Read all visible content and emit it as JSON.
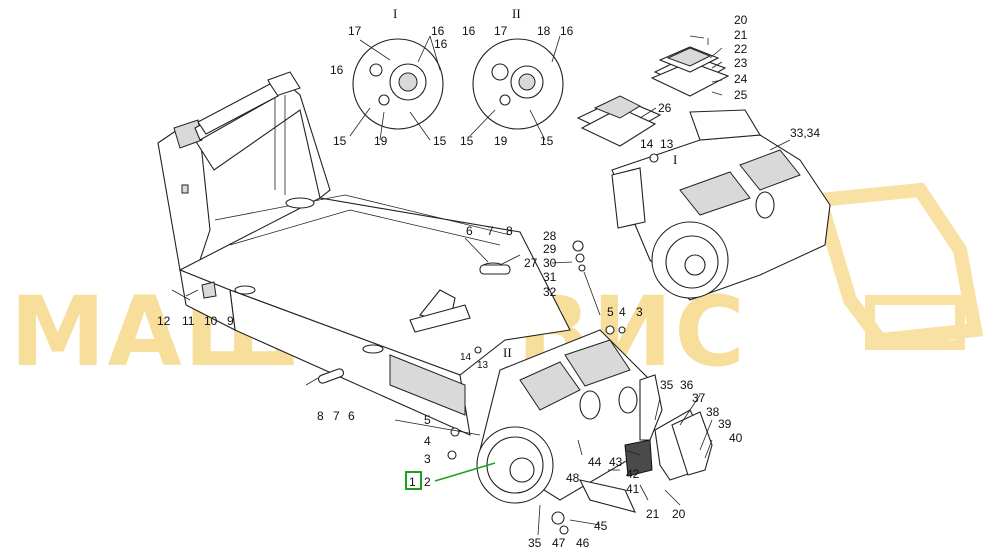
{
  "watermark": {
    "text": "МАШСЕРВИС",
    "color": "#f4c44a"
  },
  "highlight": {
    "label": "1",
    "color": "#1aa31a"
  },
  "roman": {
    "section_i": "I",
    "section_ii": "II",
    "view_i": "I",
    "view_ii": "II"
  },
  "labels": {
    "l1": "2",
    "l2": "3",
    "l3": "4",
    "l4": "5",
    "l5": "8",
    "l6": "7",
    "l7": "6",
    "l8": "12",
    "l9": "11",
    "l10": "10",
    "l11": "9",
    "l12": "6",
    "l13": "7",
    "l14": "8",
    "l15": "28",
    "l16": "29",
    "l17": "27",
    "l18": "30",
    "l19": "31",
    "l20": "32",
    "l21": "5",
    "l22": "4",
    "l23": "3",
    "l24": "14",
    "l25": "13",
    "l26": "14",
    "l27": "13",
    "l28": "17",
    "l29": "16",
    "l30": "16",
    "l31": "15",
    "l32": "19",
    "l33": "15",
    "l34": "16",
    "l35": "17",
    "l36": "18",
    "l37": "16",
    "l38": "15",
    "l39": "19",
    "l40": "15",
    "l41": "20",
    "l42": "21",
    "l43": "22",
    "l44": "23",
    "l45": "24",
    "l46": "25",
    "l47": "26",
    "l48": "33,34",
    "l49": "35",
    "l50": "36",
    "l51": "37",
    "l52": "38",
    "l53": "39",
    "l54": "40",
    "l55": "44",
    "l56": "43",
    "l57": "42",
    "l58": "41",
    "l59": "48",
    "l60": "21",
    "l61": "20",
    "l62": "45",
    "l63": "35",
    "l64": "47",
    "l65": "46",
    "l66": "16"
  }
}
